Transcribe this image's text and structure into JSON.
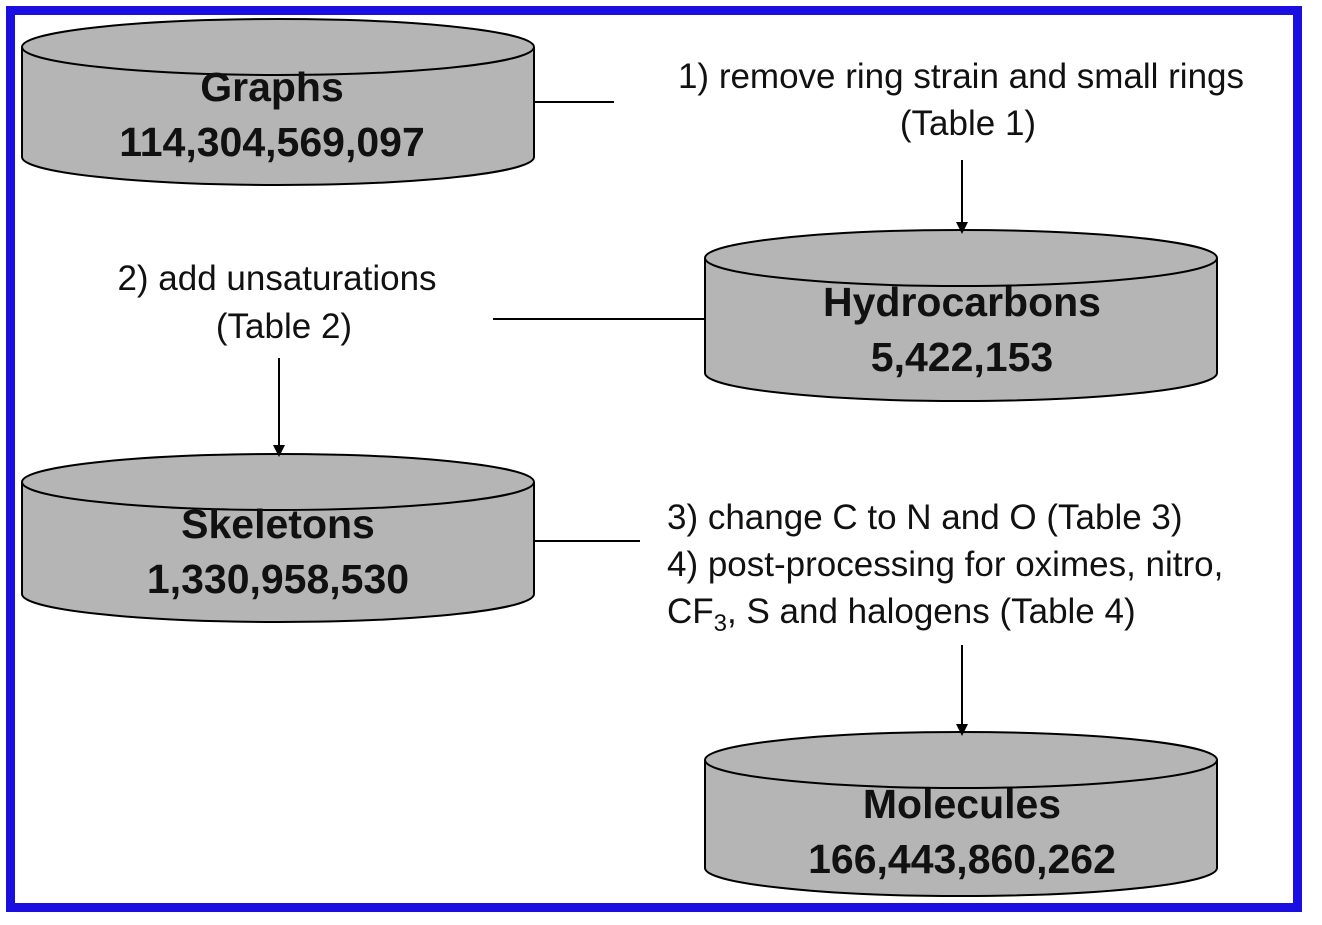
{
  "frame_color": "#1a0fe0",
  "cylinder_fill": "#b5b5b5",
  "databases": {
    "graphs": {
      "title": "Graphs",
      "count": "114,304,569,097"
    },
    "hydrocarbons": {
      "title": "Hydrocarbons",
      "count": "5,422,153"
    },
    "skeletons": {
      "title": "Skeletons",
      "count": "1,330,958,530"
    },
    "molecules": {
      "title": "Molecules",
      "count": "166,443,860,262"
    }
  },
  "steps": {
    "step1_line1": "1) remove ring strain and small rings",
    "step1_line2": "(Table 1)",
    "step2_line1": "2) add unsaturations",
    "step2_line2": "(Table 2)",
    "step3_line1": "3) change C to N and O (Table 3)",
    "step4_line1": "4) post-processing for oximes, nitro,",
    "step4_line2_a": "CF",
    "step4_line2_sub": "3",
    "step4_line2_b": ", S and halogens (Table 4)"
  }
}
